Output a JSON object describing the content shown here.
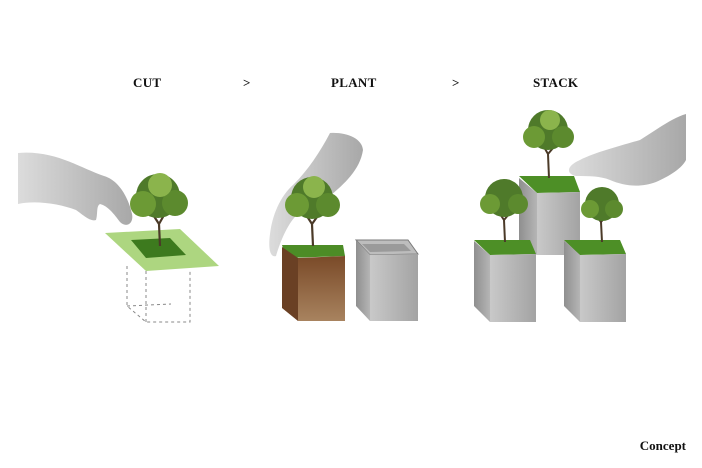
{
  "steps": [
    {
      "label": "CUT"
    },
    {
      "label": "PLANT"
    },
    {
      "label": "STACK"
    }
  ],
  "separators": [
    ">",
    ">"
  ],
  "caption": "Concept",
  "colors": {
    "grass": "#5f9e2c",
    "grass_light": "#a8d27a",
    "soil": "#8a5a34",
    "concrete": "#a9a9a9",
    "hand": "#b9b9b9"
  }
}
